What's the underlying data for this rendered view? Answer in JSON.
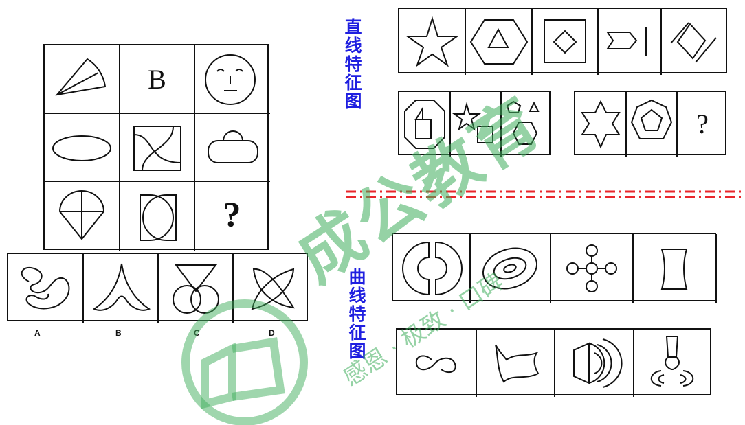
{
  "matrix": {
    "cell_b_text": "B",
    "question_mark": "?"
  },
  "options": {
    "labels": [
      "A",
      "B",
      "C",
      "D"
    ]
  },
  "straight_section": {
    "title": "直线特征图",
    "question_mark": "?"
  },
  "curve_section": {
    "title": "曲线特征图"
  },
  "watermark": {
    "brand": "成公教育",
    "slogan": "感恩 · 极致 · 口碑",
    "color": "#3fae5c"
  },
  "divider_color": "#e8262b"
}
